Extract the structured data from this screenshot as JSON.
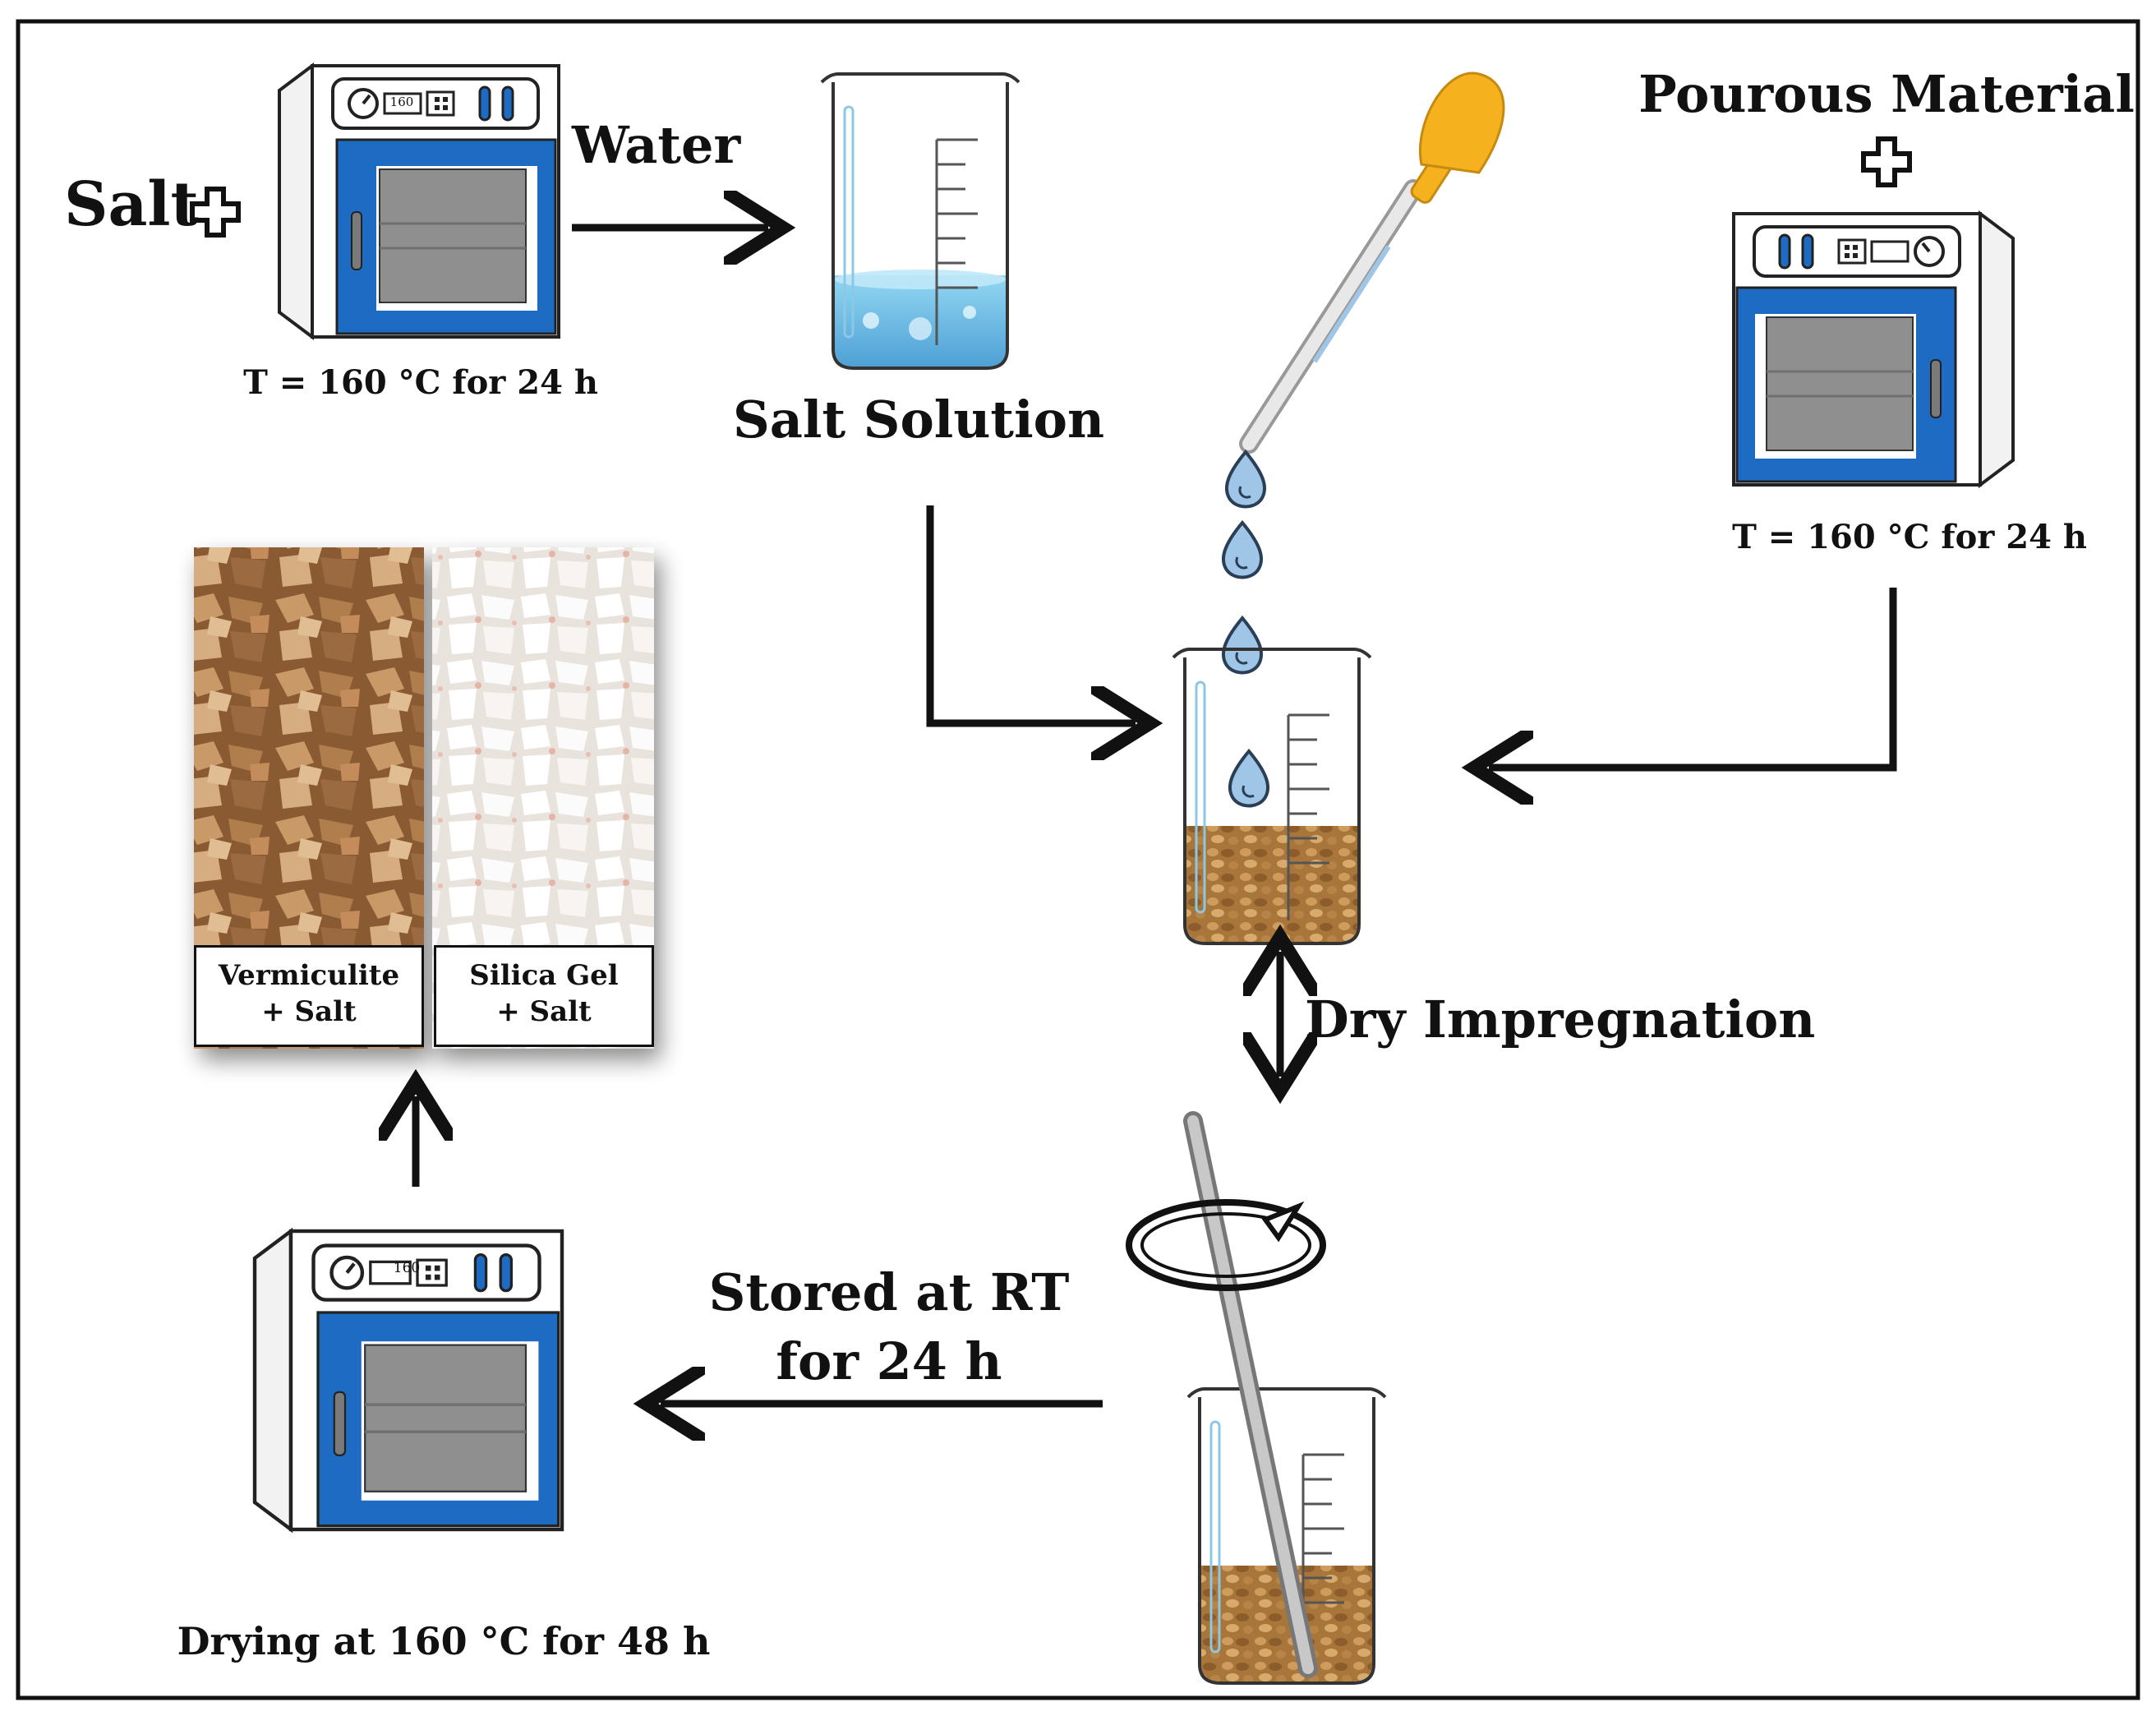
{
  "labels": {
    "salt": "Salt",
    "water": "Water",
    "salt_solution": "Salt Solution",
    "oven1_temp": "T = 160 °C for 24 h",
    "porous_material": "Pourous Material",
    "oven2_temp": "T = 160 °C for 24 h",
    "dry_impregnation": "Dry Impregnation",
    "stored_line1": "Stored at RT",
    "stored_line2": "for 24 h",
    "drying": "Drying  at 160 °C for 48 h",
    "oven_display": "160"
  },
  "samples": [
    {
      "line1": "Vermiculite",
      "line2": "+ Salt"
    },
    {
      "line1": "Silica Gel",
      "line2": "+ Salt"
    }
  ],
  "colors": {
    "oven_blue": "#1e6bc4",
    "oven_window": "#8f8f8f",
    "water": "#5fb8e0",
    "dropper_bulb": "#f5b21e",
    "granules": "#b5803f",
    "vermiculite": "#a87445",
    "silica_gel": "#f4f1ee"
  },
  "icons": [
    "plus-icon",
    "oven-icon",
    "beaker-icon",
    "dropper-icon",
    "stir-rod-icon",
    "rotation-arrow-icon",
    "arrow-icon"
  ]
}
